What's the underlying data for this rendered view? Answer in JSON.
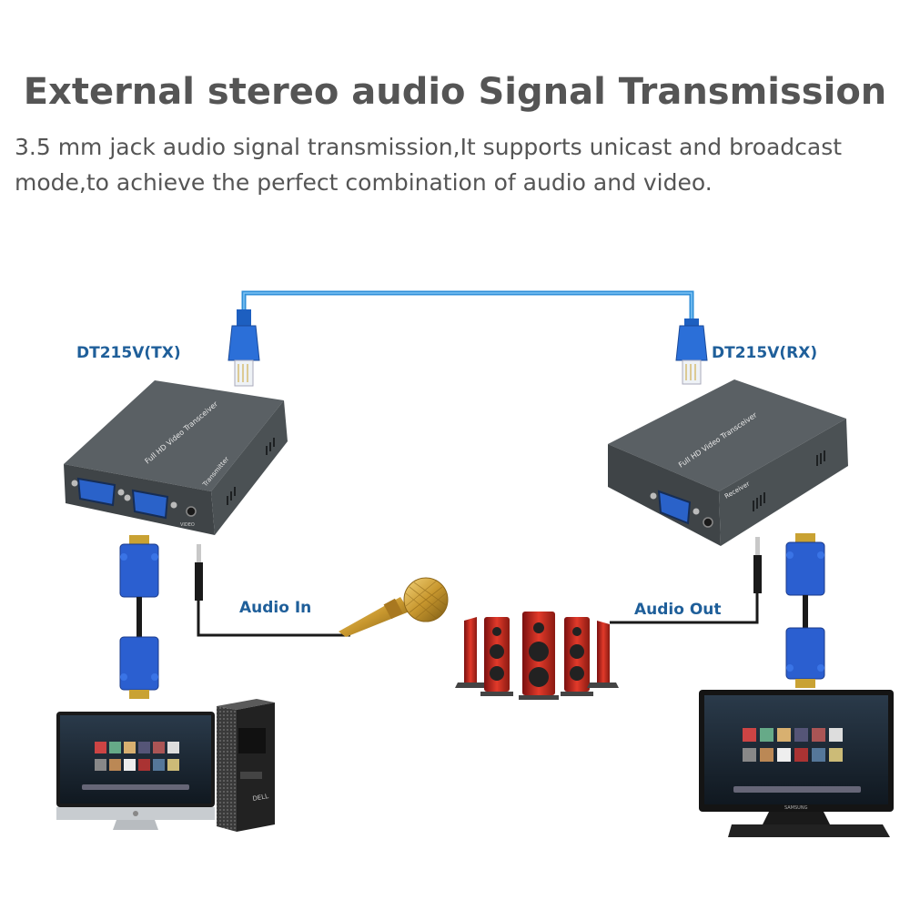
{
  "header": {
    "title": "External stereo audio Signal Transmission",
    "subtitle": "3.5 mm jack audio signal transmission,It supports unicast and broadcast mode,to achieve the perfect combination of audio and video."
  },
  "devices": {
    "tx_label": "DT215V(TX)",
    "rx_label": "DT215V(RX)",
    "tx_box_text": "Full HD Video Transceiver",
    "tx_role": "Transmitter",
    "rx_box_text": "Full HD Video Transceiver",
    "rx_role": "Receiver",
    "tx_port_label": "VIDEO"
  },
  "audio": {
    "in_label": "Audio In",
    "out_label": "Audio Out"
  },
  "brands": {
    "pc": "DELL",
    "monitor": "SAMSUNG"
  },
  "colors": {
    "cable_blue": "#2f8fd8",
    "vga_blue": "#2b5fd0",
    "box_gray": "#4d5356",
    "label_blue": "#1f5f9a"
  }
}
